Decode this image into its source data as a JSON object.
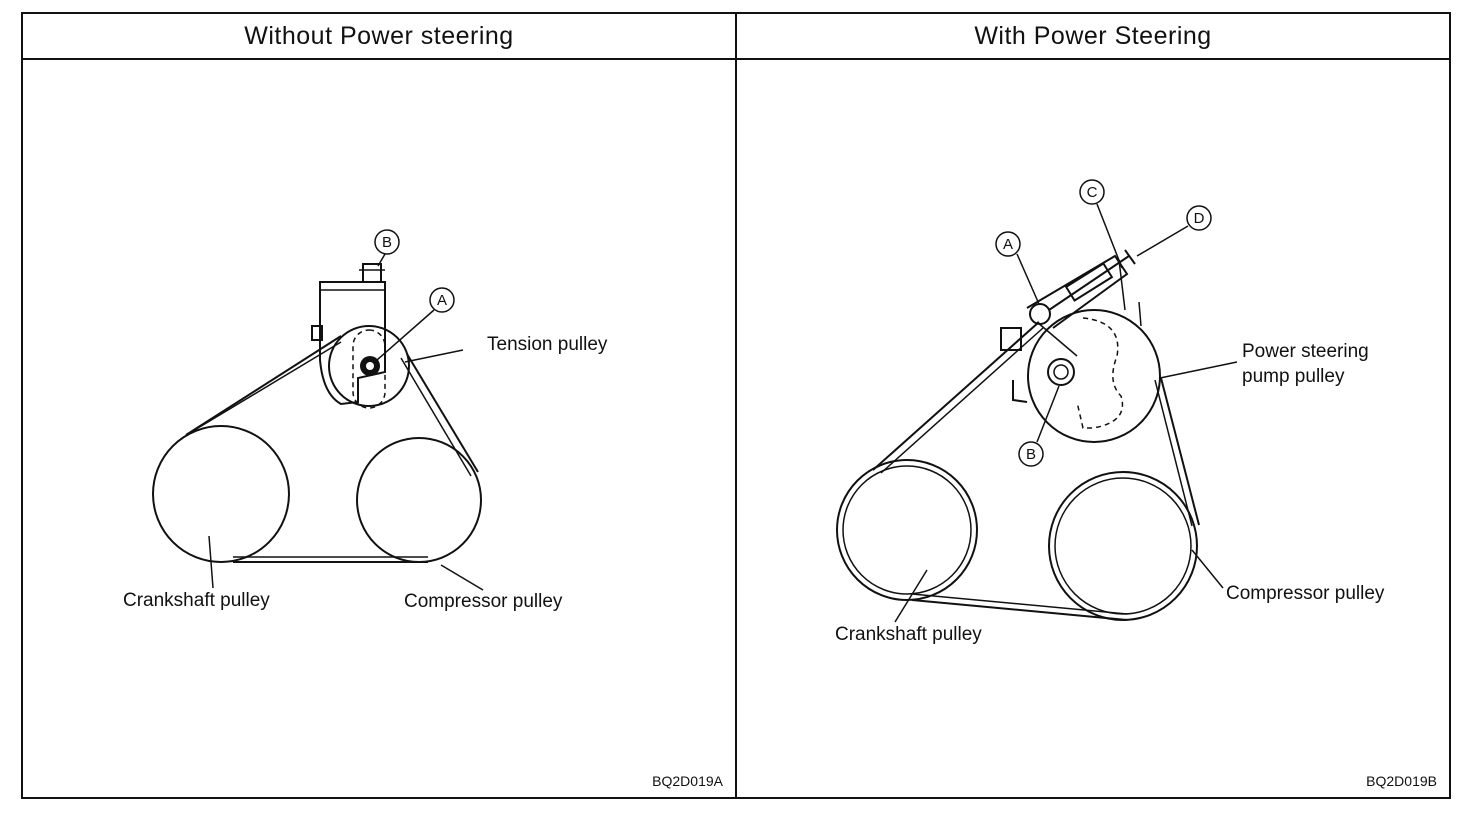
{
  "panels": [
    {
      "title": "Without Power steering",
      "figure_code": "BQ2D019A",
      "labels": {
        "tension_pulley": "Tension pulley",
        "crankshaft_pulley": "Crankshaft pulley",
        "compressor_pulley": "Compressor pulley",
        "callout_a": "A",
        "callout_b": "B"
      }
    },
    {
      "title": "With Power Steering",
      "figure_code": "BQ2D019B",
      "labels": {
        "ps_pump_pulley_line1": "Power steering",
        "ps_pump_pulley_line2": "pump pulley",
        "crankshaft_pulley": "Crankshaft pulley",
        "compressor_pulley": "Compressor pulley",
        "callout_a": "A",
        "callout_b": "B",
        "callout_c": "C",
        "callout_d": "D"
      }
    }
  ]
}
